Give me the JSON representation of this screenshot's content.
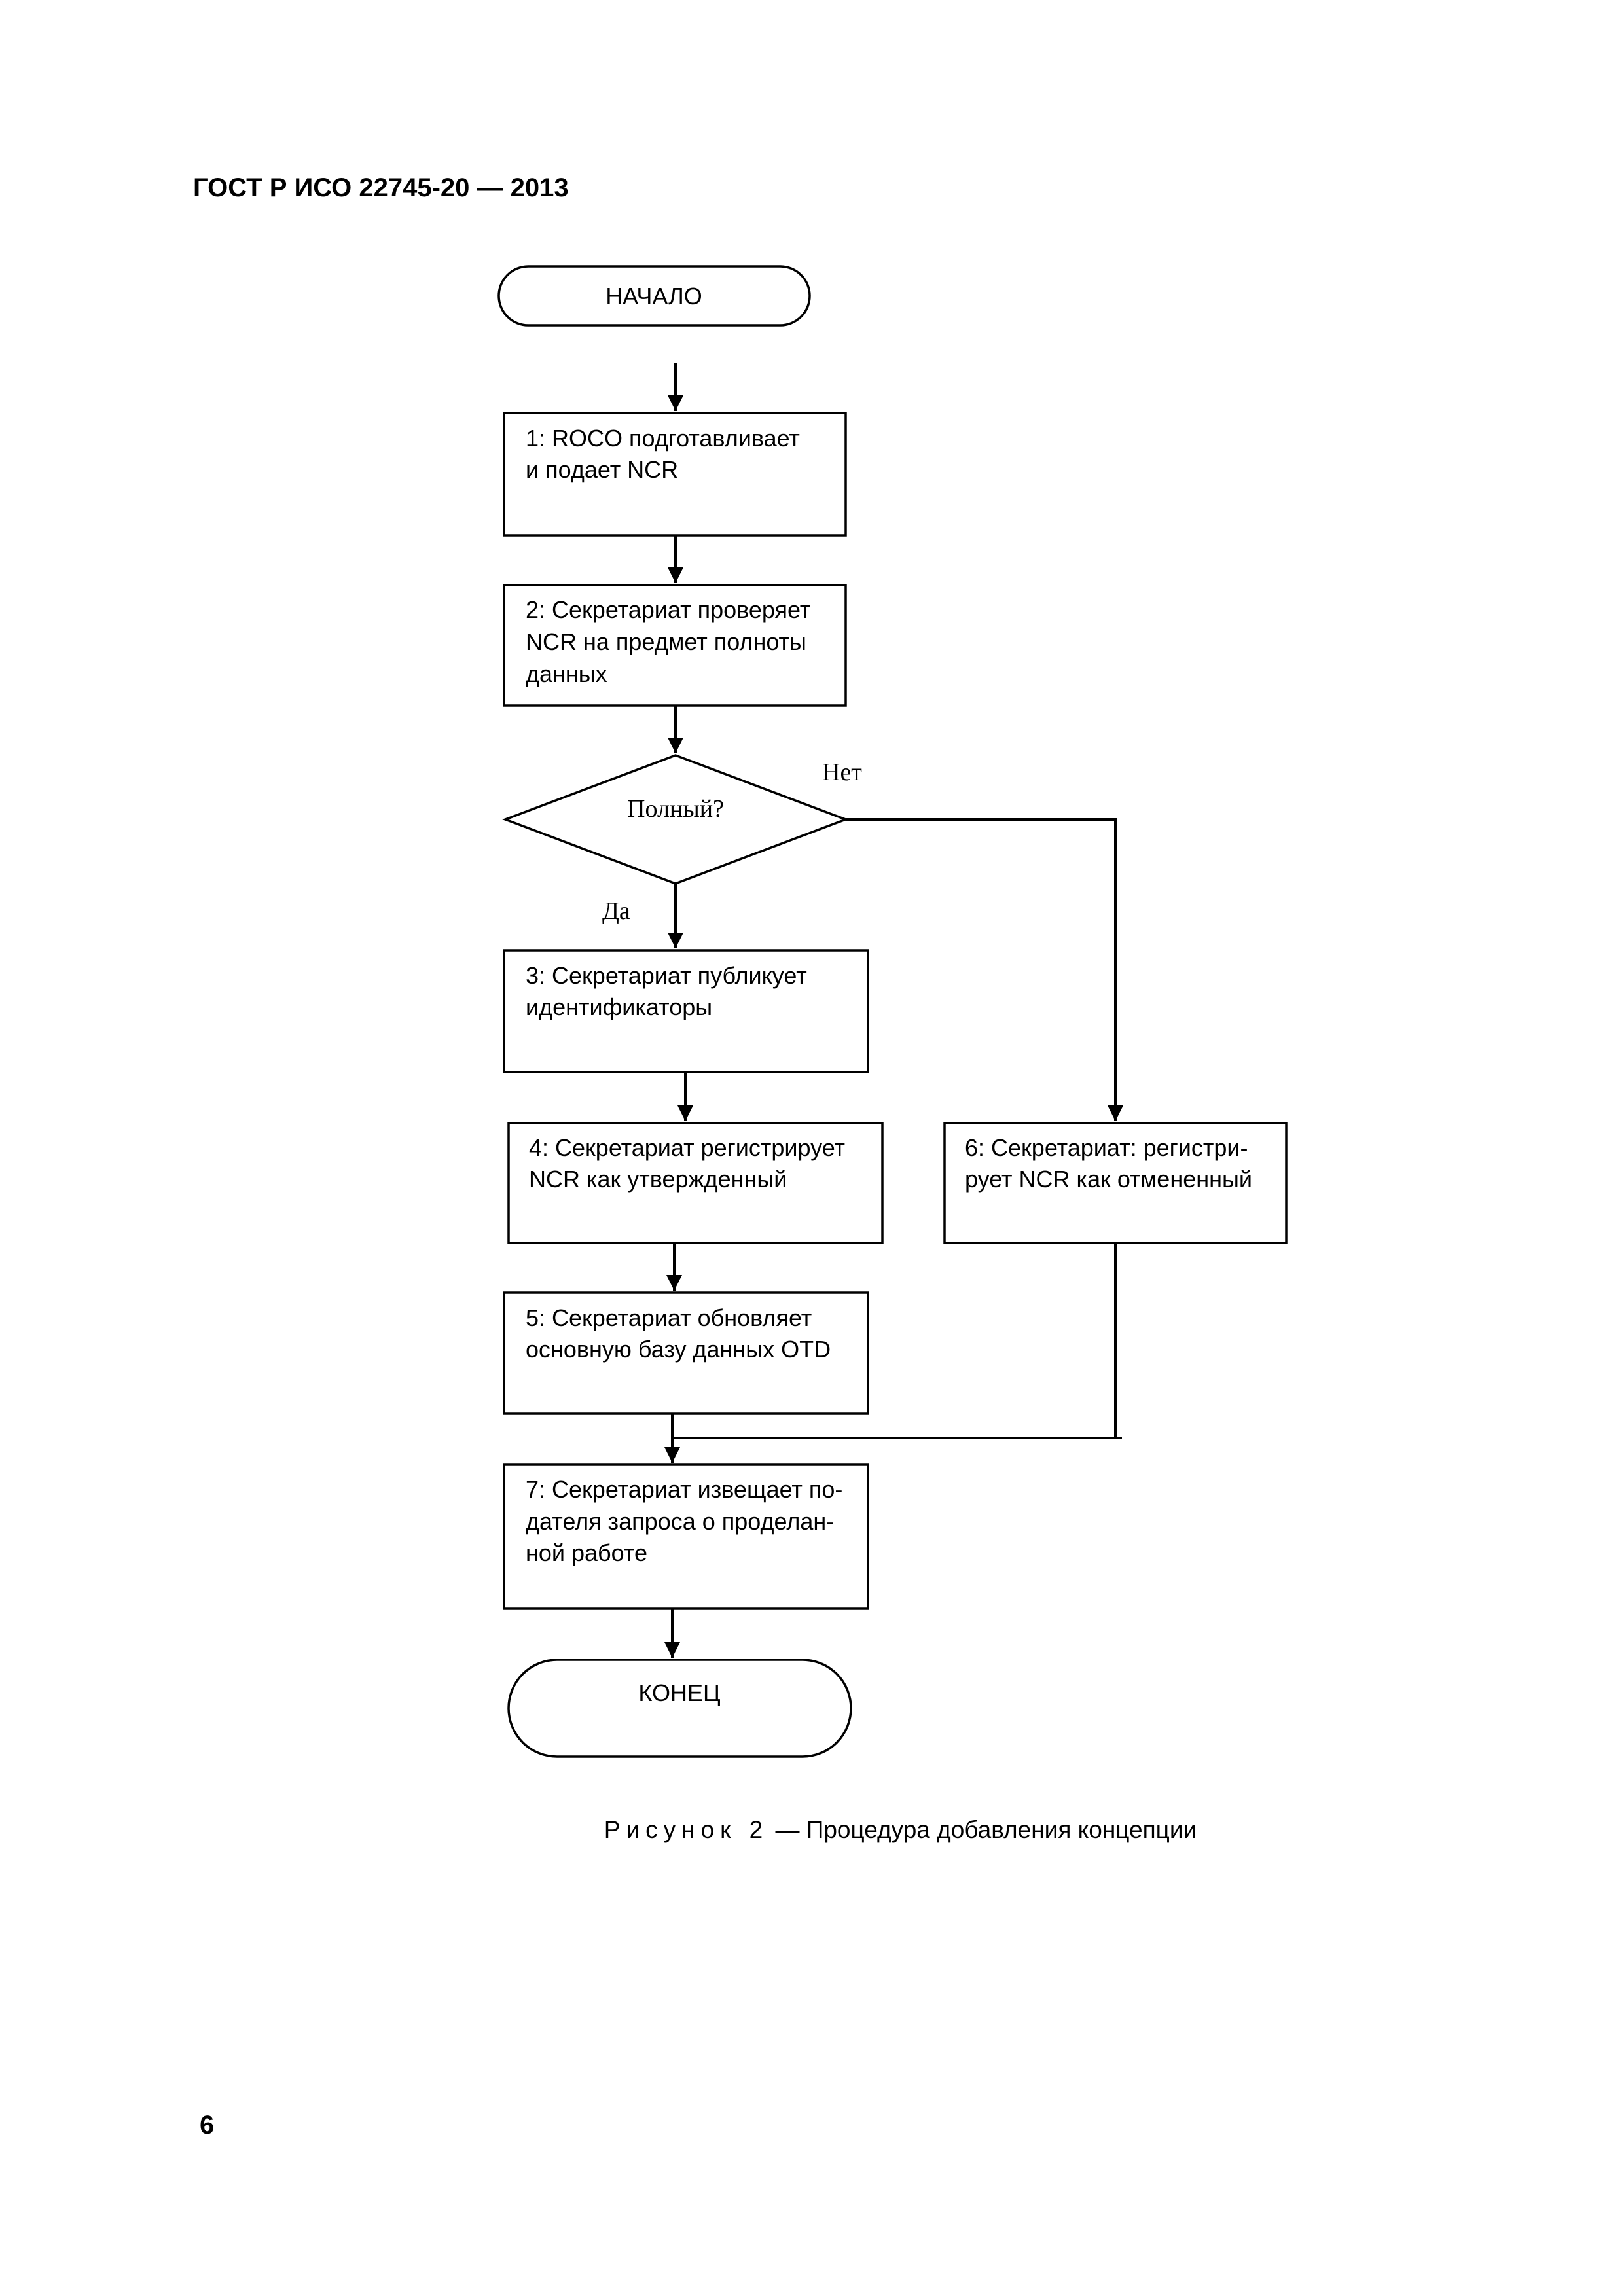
{
  "header": {
    "title": "ГОСТ Р ИСО 22745-20 — 2013"
  },
  "flowchart": {
    "start": "НАЧАЛО",
    "step1": [
      "1: ROCO подготавливает",
      "и подает NCR"
    ],
    "step2": [
      "2: Секретариат проверяет",
      "NCR на предмет полноты",
      "данных"
    ],
    "decision": "Полный?",
    "branch_no": "Нет",
    "branch_yes": "Да",
    "step3": [
      "3: Секретариат публикует",
      "идентификаторы"
    ],
    "step4": [
      "4: Секретариат регистрирует",
      "NCR как утвержденный"
    ],
    "step5": [
      "5: Секретариат обновляет",
      "основную базу данных OTD"
    ],
    "step6": [
      "6: Секретариат: регистри-",
      "рует NCR как отмененный"
    ],
    "step7": [
      "7: Секретариат извещает по-",
      "дателя запроса о проделан-",
      "ной работе"
    ],
    "end": "КОНЕЦ"
  },
  "caption": {
    "label": "Рисунок 2",
    "text": "— Процедура добавления концепции"
  },
  "page_number": "6"
}
